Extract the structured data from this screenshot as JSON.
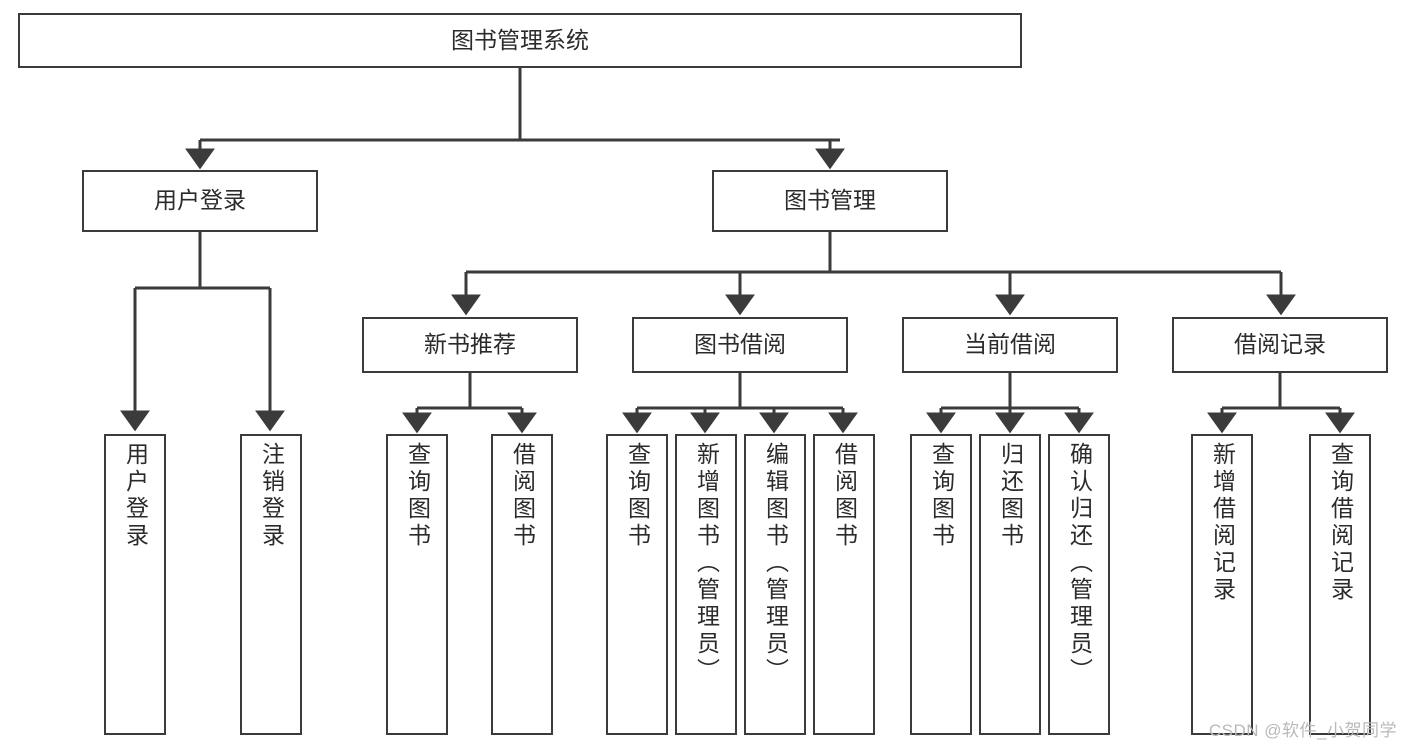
{
  "diagram": {
    "title": "图书管理系统",
    "root": {
      "label": "图书管理系统"
    },
    "level2": [
      {
        "label": "用户登录"
      },
      {
        "label": "图书管理"
      }
    ],
    "level3": [
      {
        "label": "新书推荐"
      },
      {
        "label": "图书借阅"
      },
      {
        "label": "当前借阅"
      },
      {
        "label": "借阅记录"
      }
    ],
    "leaves": [
      {
        "label": "用户登录"
      },
      {
        "label": "注销登录"
      },
      {
        "label": "查询图书"
      },
      {
        "label": "借阅图书"
      },
      {
        "label": "查询图书"
      },
      {
        "label": "新增图书（管理员）"
      },
      {
        "label": "编辑图书（管理员）"
      },
      {
        "label": "借阅图书"
      },
      {
        "label": "查询图书"
      },
      {
        "label": "归还图书"
      },
      {
        "label": "确认归还（管理员）"
      },
      {
        "label": "新增借阅记录"
      },
      {
        "label": "查询借阅记录"
      }
    ],
    "colors": {
      "stroke": "#3b3b3b",
      "text": "#2b2b2b",
      "background": "#ffffff",
      "watermark": "#b9b9b9"
    }
  },
  "watermark": {
    "text": "CSDN @软件_小贺同学"
  }
}
